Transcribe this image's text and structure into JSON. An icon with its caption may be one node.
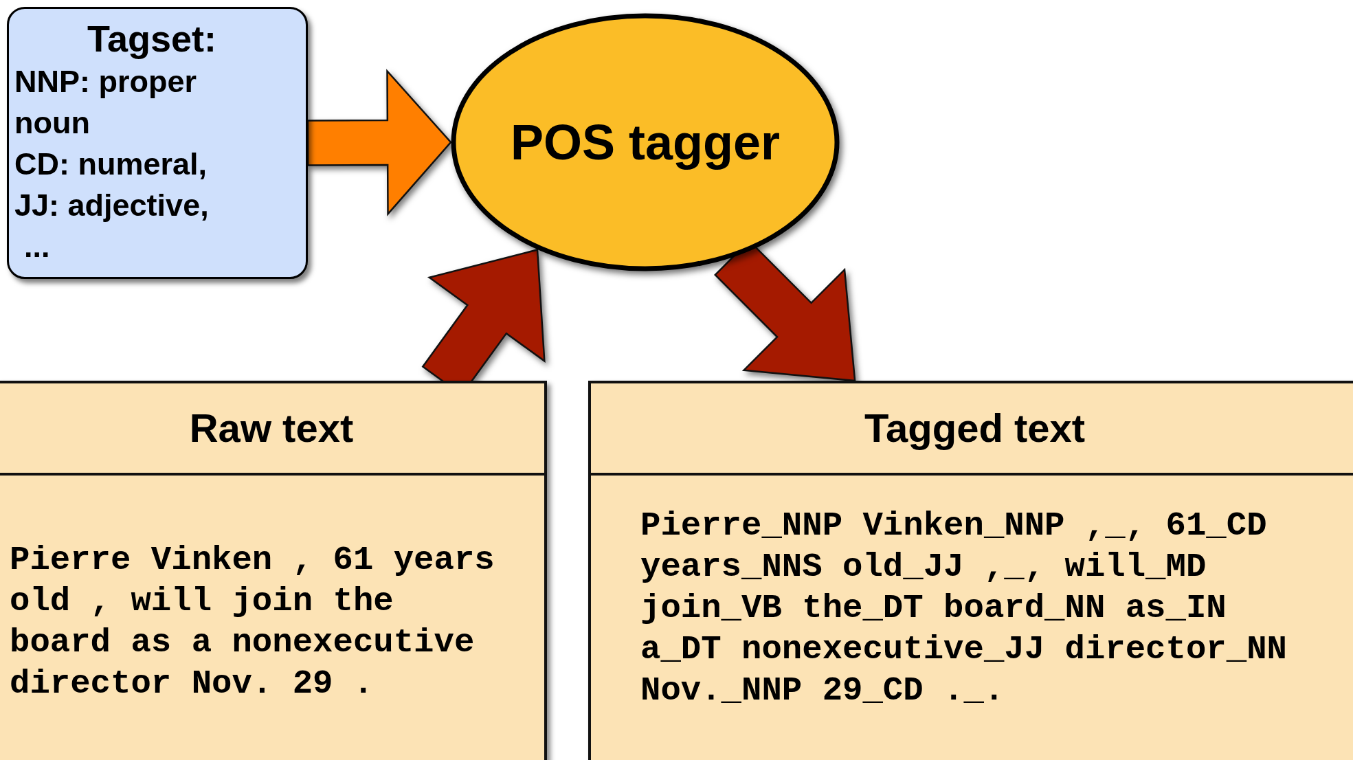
{
  "diagram": {
    "nodes": [
      {
        "text": [
          "Tagset:",
          "NNP: proper noun",
          "CD: numeral,",
          "JJ: adjective,",
          "..."
        ]
      },
      {
        "text": [
          "POS tagger"
        ]
      },
      {
        "text": [
          "Raw text",
          "Pierre Vinken , 61 years old , will join the board as a nonexecutive director Nov. 29 ."
        ]
      },
      {
        "text": [
          "Tagged text",
          "Pierre_NNP Vinken_NNP ,_, 61_CD years_NNS old_JJ ,_, will_MD join_VB the_DT board_NN as_IN a_DT nonexecutive_JJ director_NN Nov._NNP 29_CD ._."
        ]
      }
    ],
    "edges": [
      {
        "from": 0,
        "to": 1,
        "arrow": "to",
        "color": "#ff7f00"
      },
      {
        "from": 2,
        "to": 1,
        "arrow": "to"
      },
      {
        "from": 1,
        "to": 3,
        "arrow": "to"
      }
    ]
  }
}
